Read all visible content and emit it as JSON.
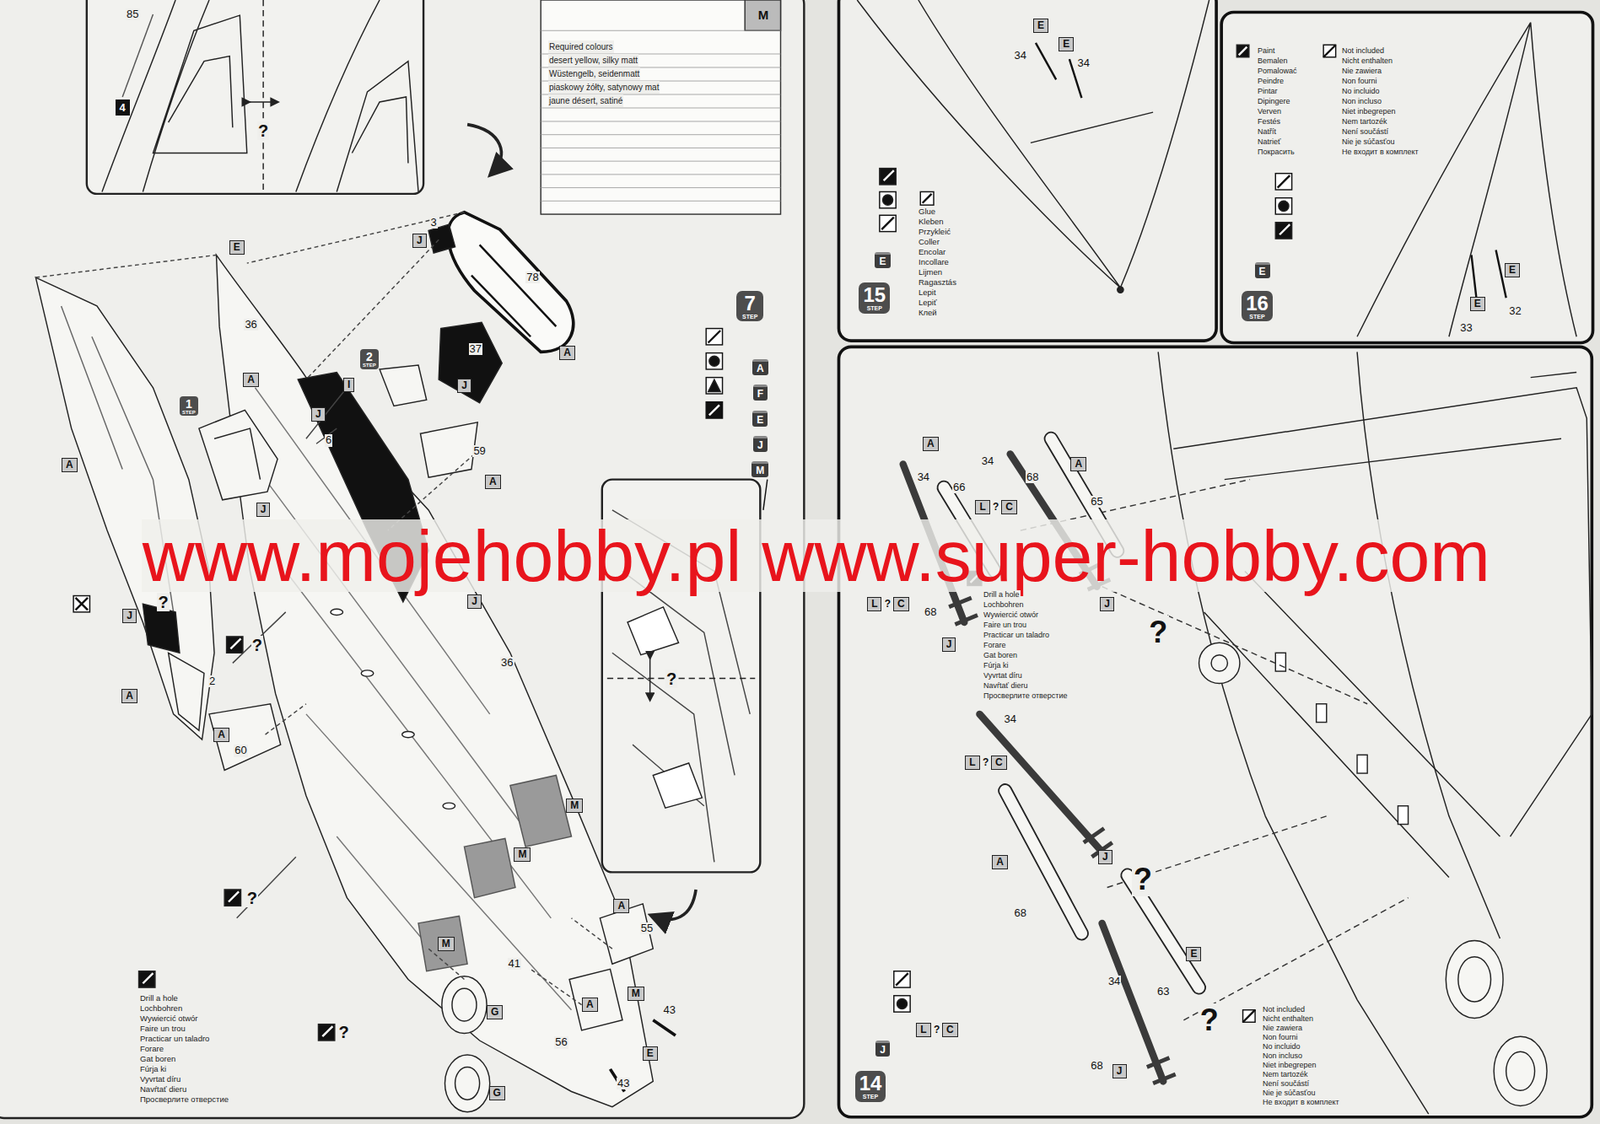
{
  "diagram": {
    "nodes": [
      {
        "text": [
          "7",
          "STEP"
        ]
      },
      {
        "text": [
          "A"
        ]
      },
      {
        "text": [
          "F"
        ]
      },
      {
        "text": [
          "E"
        ]
      },
      {
        "text": [
          "J"
        ]
      },
      {
        "text": [
          "M"
        ]
      },
      {
        "text": [
          "1",
          "STEP"
        ]
      },
      {
        "text": [
          "2",
          "STEP"
        ]
      },
      {
        "text": [
          "4"
        ]
      },
      {
        "text": [
          "J"
        ]
      },
      {
        "text": [
          "A"
        ]
      },
      {
        "text": [
          "J"
        ]
      },
      {
        "text": [
          "A"
        ]
      },
      {
        "text": [
          "E"
        ]
      },
      {
        "text": [
          "A"
        ]
      },
      {
        "text": [
          "I"
        ]
      },
      {
        "text": [
          "J"
        ]
      },
      {
        "text": [
          "A"
        ]
      },
      {
        "text": [
          "J"
        ]
      },
      {
        "text": [
          "J"
        ]
      },
      {
        "text": [
          "J"
        ]
      },
      {
        "text": [
          "A"
        ]
      },
      {
        "text": [
          "A"
        ]
      },
      {
        "text": [
          "M"
        ]
      },
      {
        "text": [
          "M"
        ]
      },
      {
        "text": [
          "M"
        ]
      },
      {
        "text": [
          "A"
        ]
      },
      {
        "text": [
          "M"
        ]
      },
      {
        "text": [
          "E"
        ]
      },
      {
        "text": [
          "A"
        ]
      },
      {
        "text": [
          "G"
        ]
      },
      {
        "text": [
          "G"
        ]
      },
      {
        "text": [
          "15",
          "STEP"
        ]
      },
      {
        "text": [
          "E"
        ]
      },
      {
        "text": [
          "E"
        ]
      },
      {
        "text": [
          "E"
        ]
      },
      {
        "text": [
          "16",
          "STEP"
        ]
      },
      {
        "text": [
          "E"
        ]
      },
      {
        "text": [
          "E"
        ]
      },
      {
        "text": [
          "E"
        ]
      },
      {
        "text": [
          "14",
          "STEP"
        ]
      },
      {
        "text": [
          "J"
        ]
      },
      {
        "text": [
          "A"
        ]
      },
      {
        "text": [
          "A"
        ]
      },
      {
        "text": [
          "L"
        ]
      },
      {
        "text": [
          "C"
        ]
      },
      {
        "text": [
          "L"
        ]
      },
      {
        "text": [
          "C"
        ]
      },
      {
        "text": [
          "L"
        ]
      },
      {
        "text": [
          "C"
        ]
      },
      {
        "text": [
          "L"
        ]
      },
      {
        "text": [
          "C"
        ]
      },
      {
        "text": [
          "J"
        ]
      },
      {
        "text": [
          "J"
        ]
      },
      {
        "text": [
          "A"
        ]
      },
      {
        "text": [
          "J"
        ]
      },
      {
        "text": [
          "J"
        ]
      },
      {
        "text": [
          "E"
        ]
      }
    ],
    "labels": [
      "85",
      "?",
      "3",
      "78",
      "37",
      "59",
      "36",
      "6",
      "2",
      "60",
      "36",
      "55",
      "43",
      "43",
      "56",
      "41",
      "?",
      "?",
      "?",
      "?",
      "?",
      "www.mojehobby.pl www.super-hobby.com",
      "34",
      "34",
      "33",
      "32",
      "34",
      "68",
      "66",
      "34",
      "68",
      "65",
      "34",
      "68",
      "34",
      "68",
      "63",
      "?",
      "?",
      "?",
      "?",
      "?",
      "?",
      "?",
      "M",
      "Required colours",
      "desert yellow, silky matt",
      "Wüstengelb, seidenmatt",
      "piaskowy żółty, satynowy mat",
      "jaune désert, satiné",
      "Drill a hole",
      "Lochbohren",
      "Wywiercić otwór",
      "Faire un trou",
      "Practicar un taladro",
      "Forare",
      "Gat boren",
      "Fúrja ki",
      "Vyvrtat díru",
      "Navŕtať dieru",
      "Просверлите отверстие",
      "Glue",
      "Kleben",
      "Przykleić",
      "Coller",
      "Encolar",
      "Incollare",
      "Lijmen",
      "Ragasztás",
      "Lepit",
      "Lepiť",
      "Клей",
      "Paint",
      "Bemalen",
      "Pomalować",
      "Peindre",
      "Pintar",
      "Dipingere",
      "Verven",
      "Festés",
      "Natřít",
      "Natrieť",
      "Покрасить",
      "Not included",
      "Nicht enthalten",
      "Nie zawiera",
      "Non fourni",
      "No incluido",
      "Non incluso",
      "Niet inbegrepen",
      "Nem tartozék",
      "Není součástí",
      "Nie je súčasťou",
      "Не входит в комплект",
      "Drill a hole",
      "Lochbohren",
      "Wywiercić otwór",
      "Faire un trou",
      "Practicar un taladro",
      "Forare",
      "Gat boren",
      "Fúrja ki",
      "Vyvrtat díru",
      "Navŕtať dieru",
      "Просверлите отверстие",
      "Not included",
      "Nicht enthalten",
      "Nie zawiera",
      "Non fourni",
      "No incluido",
      "Non incluso",
      "Niet inbegrepen",
      "Nem tartozék",
      "Není součástí",
      "Nie je súčasťou",
      "Не входит в комплект"
    ]
  }
}
